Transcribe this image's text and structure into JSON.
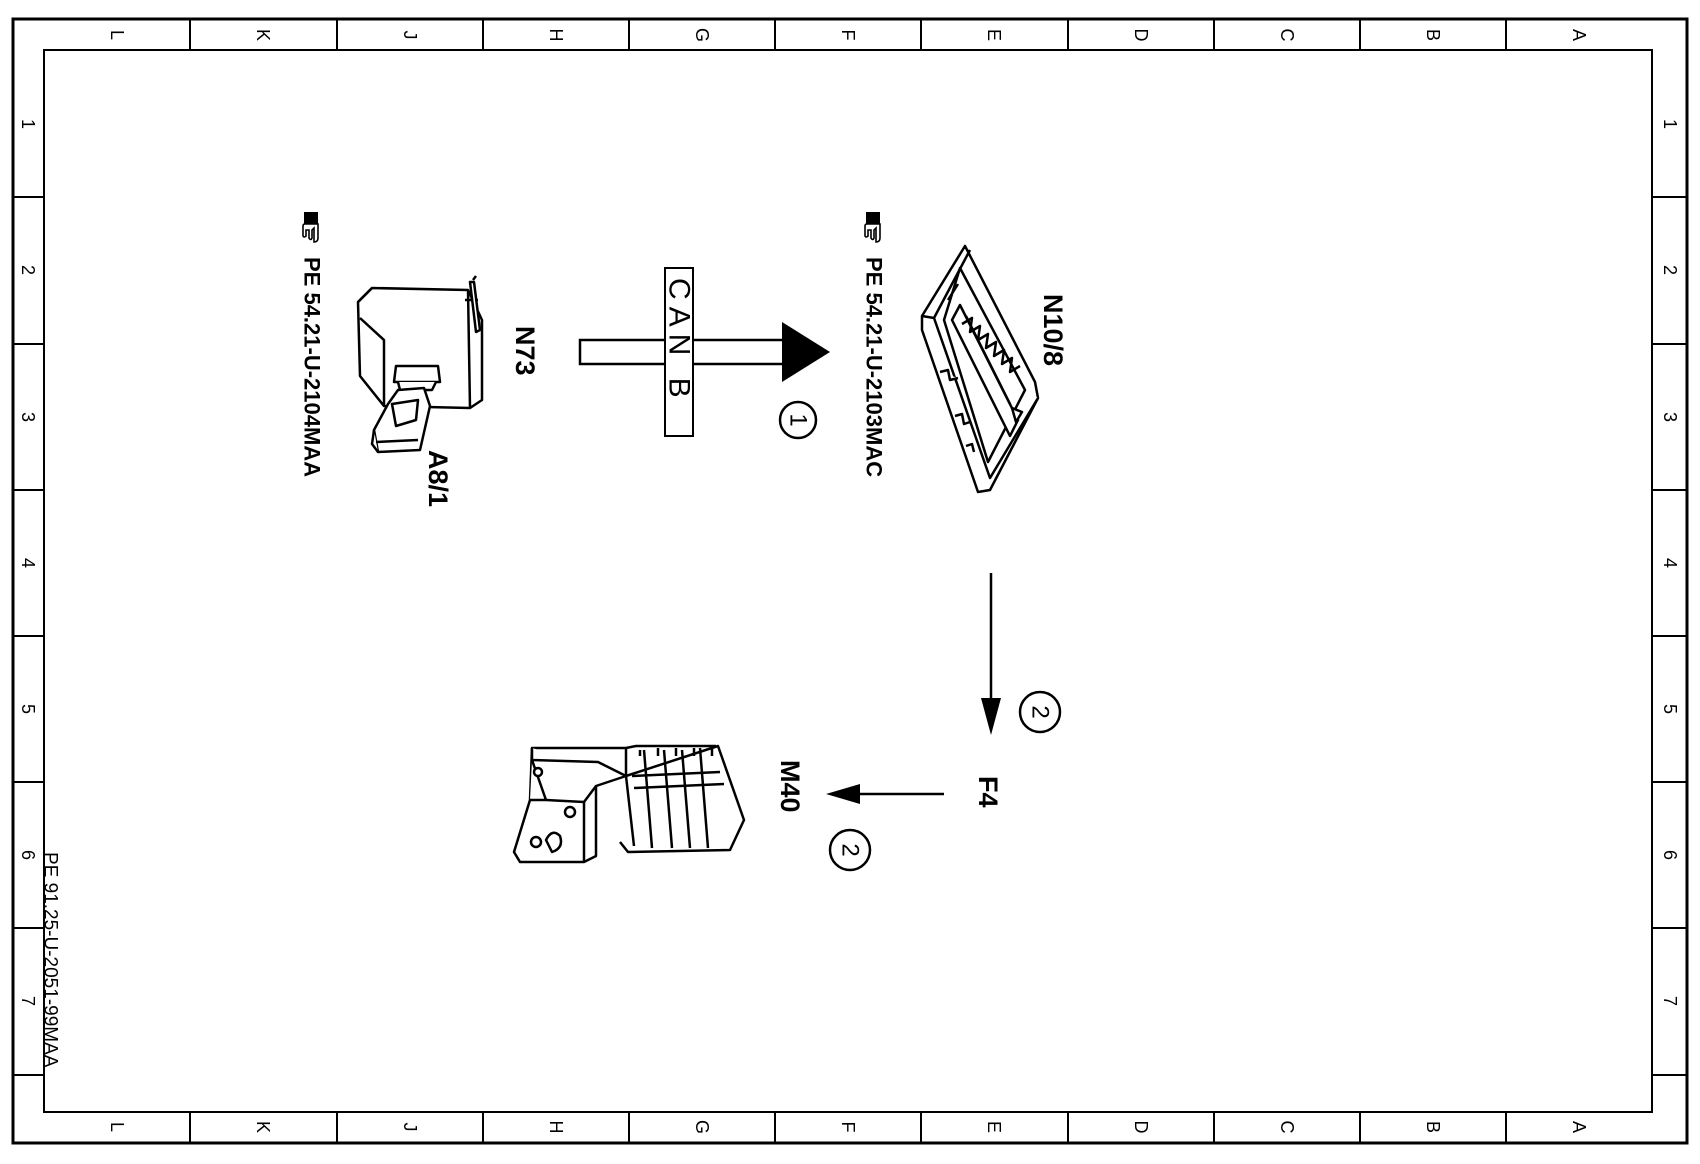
{
  "frame": {
    "columns": [
      "L",
      "K",
      "J",
      "H",
      "G",
      "F",
      "E",
      "D",
      "C",
      "B",
      "A"
    ],
    "rows": [
      "1",
      "2",
      "3",
      "4",
      "5",
      "6",
      "7"
    ]
  },
  "document_code": "PE 91.25-U-2051-99MAA",
  "components": {
    "a8_1": {
      "label": "A8/1",
      "reference": "PE  54.21-U-2104MAA"
    },
    "n73": {
      "label": "N73"
    },
    "n10_8": {
      "label": "N10/8",
      "reference": "PE  54.21-U-2103MAC"
    },
    "f4": {
      "label": "F4"
    },
    "m40": {
      "label": "M40"
    }
  },
  "bus": {
    "label": "CAN B"
  },
  "markers": {
    "m1": "1",
    "m2a": "2",
    "m2b": "2"
  },
  "icons": {
    "reference": "pointing-hand-icon"
  }
}
